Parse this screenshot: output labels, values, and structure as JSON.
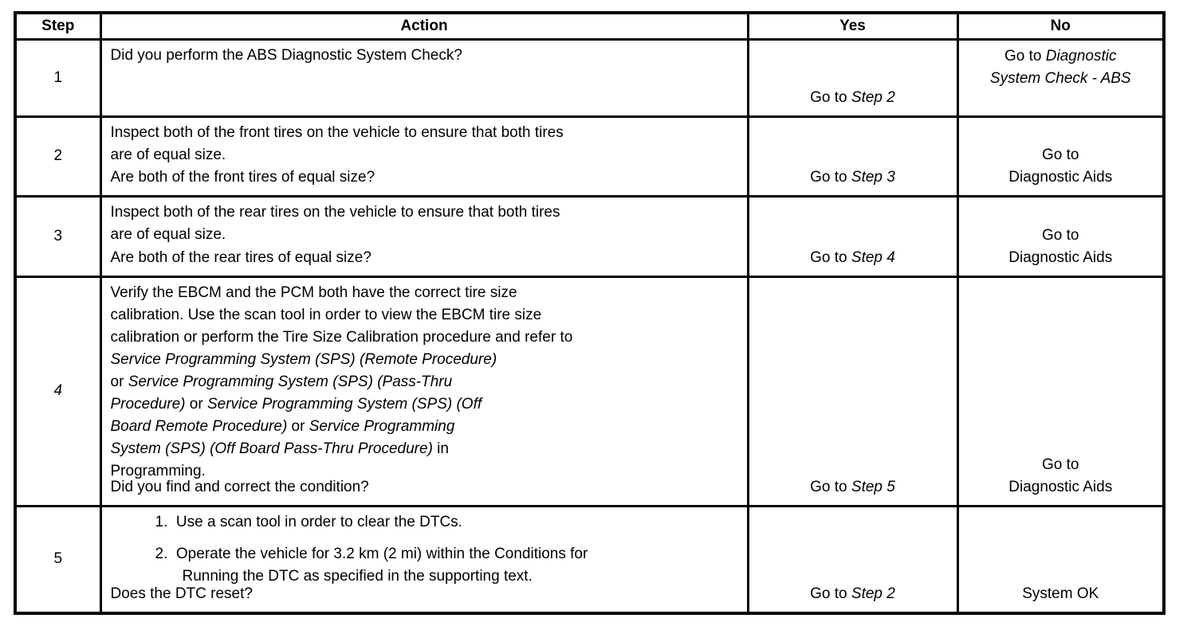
{
  "table": {
    "headers": [
      {
        "label": "Step"
      },
      {
        "label": "Action"
      },
      {
        "label": "Yes"
      },
      {
        "label": "No"
      }
    ],
    "rows": [
      {
        "step": "1",
        "step_italic": false,
        "action_blocks": [
          {
            "segs": [
              {
                "t": "Did you perform the ABS Diagnostic System Check?"
              }
            ]
          }
        ],
        "question": "",
        "yes": [
          {
            "t": "Go to "
          },
          {
            "t": "Step 2",
            "i": true
          }
        ],
        "no": [
          {
            "t": "Go to "
          },
          {
            "t": "Diagnostic",
            "i": true
          },
          {
            "br": true
          },
          {
            "t": "System Check - ABS",
            "i": true
          }
        ],
        "no_align": "top"
      },
      {
        "step": "2",
        "step_italic": false,
        "action_blocks": [
          {
            "segs": [
              {
                "t": "Inspect both of the front tires on the vehicle to ensure that both tires"
              },
              {
                "br": true
              },
              {
                "t": "are of equal size."
              }
            ]
          }
        ],
        "question": "Are both of the front tires of equal size?",
        "yes": [
          {
            "t": "Go to "
          },
          {
            "t": "Step 3",
            "i": true
          }
        ],
        "no": [
          {
            "t": "Go to"
          },
          {
            "br": true
          },
          {
            "t": "Diagnostic Aids"
          }
        ],
        "no_align": "bottom"
      },
      {
        "step": "3",
        "step_italic": false,
        "action_blocks": [
          {
            "segs": [
              {
                "t": "Inspect both of the rear tires on the vehicle to ensure that both tires"
              },
              {
                "br": true
              },
              {
                "t": "are of equal size."
              }
            ]
          }
        ],
        "question": "Are both of the rear tires of equal size?",
        "yes": [
          {
            "t": "Go to "
          },
          {
            "t": "Step 4",
            "i": true
          }
        ],
        "no": [
          {
            "t": "Go to"
          },
          {
            "br": true
          },
          {
            "t": "Diagnostic Aids"
          }
        ],
        "no_align": "bottom"
      },
      {
        "step": "4",
        "step_italic": true,
        "action_blocks": [
          {
            "segs": [
              {
                "t": "Verify the EBCM and the PCM both have the correct tire size"
              },
              {
                "br": true
              },
              {
                "t": "calibration. Use the scan tool in order to view the EBCM tire size"
              },
              {
                "br": true
              },
              {
                "t": "calibration or perform the Tire Size Calibration procedure and refer to"
              },
              {
                "br": true
              },
              {
                "t": "Service Programming System (SPS) (Remote Procedure)",
                "i": true
              },
              {
                "br": true
              },
              {
                "t": "or "
              },
              {
                "t": "Service Programming System (SPS) (Pass-Thru",
                "i": true
              },
              {
                "br": true
              },
              {
                "t": "Procedure)",
                "i": true
              },
              {
                "t": " or "
              },
              {
                "t": "Service Programming System (SPS) (Off",
                "i": true
              },
              {
                "br": true
              },
              {
                "t": "Board Remote Procedure)",
                "i": true
              },
              {
                "t": " or "
              },
              {
                "t": "Service Programming",
                "i": true
              },
              {
                "br": true
              },
              {
                "t": "System (SPS) (Off Board Pass-Thru Procedure)",
                "i": true
              },
              {
                "t": " in"
              },
              {
                "br": true
              },
              {
                "t": "Programming."
              }
            ]
          }
        ],
        "question": "Did you find and correct the condition?",
        "yes": [
          {
            "t": "Go to "
          },
          {
            "t": "Step 5",
            "i": true
          }
        ],
        "no": [
          {
            "t": "Go to"
          },
          {
            "br": true
          },
          {
            "t": "Diagnostic Aids"
          }
        ],
        "no_align": "bottom"
      },
      {
        "step": "5",
        "step_italic": false,
        "action_blocks": [
          {
            "num": "1.",
            "segs": [
              {
                "t": "Use a scan tool in order to clear the DTCs."
              }
            ]
          },
          {
            "num": "2.",
            "segs": [
              {
                "t": "Operate the vehicle for 3.2 km (2 mi) within the Conditions for"
              },
              {
                "br": true
              },
              {
                "t": "Running the DTC as specified in the supporting text."
              }
            ]
          }
        ],
        "question": "Does the DTC reset?",
        "yes": [
          {
            "t": "Go to "
          },
          {
            "t": "Step 2",
            "i": true
          }
        ],
        "no": [
          {
            "t": "System OK"
          }
        ],
        "no_align": "bottom"
      }
    ]
  },
  "colors": {
    "ink": "#000000",
    "paper": "#ffffff"
  }
}
